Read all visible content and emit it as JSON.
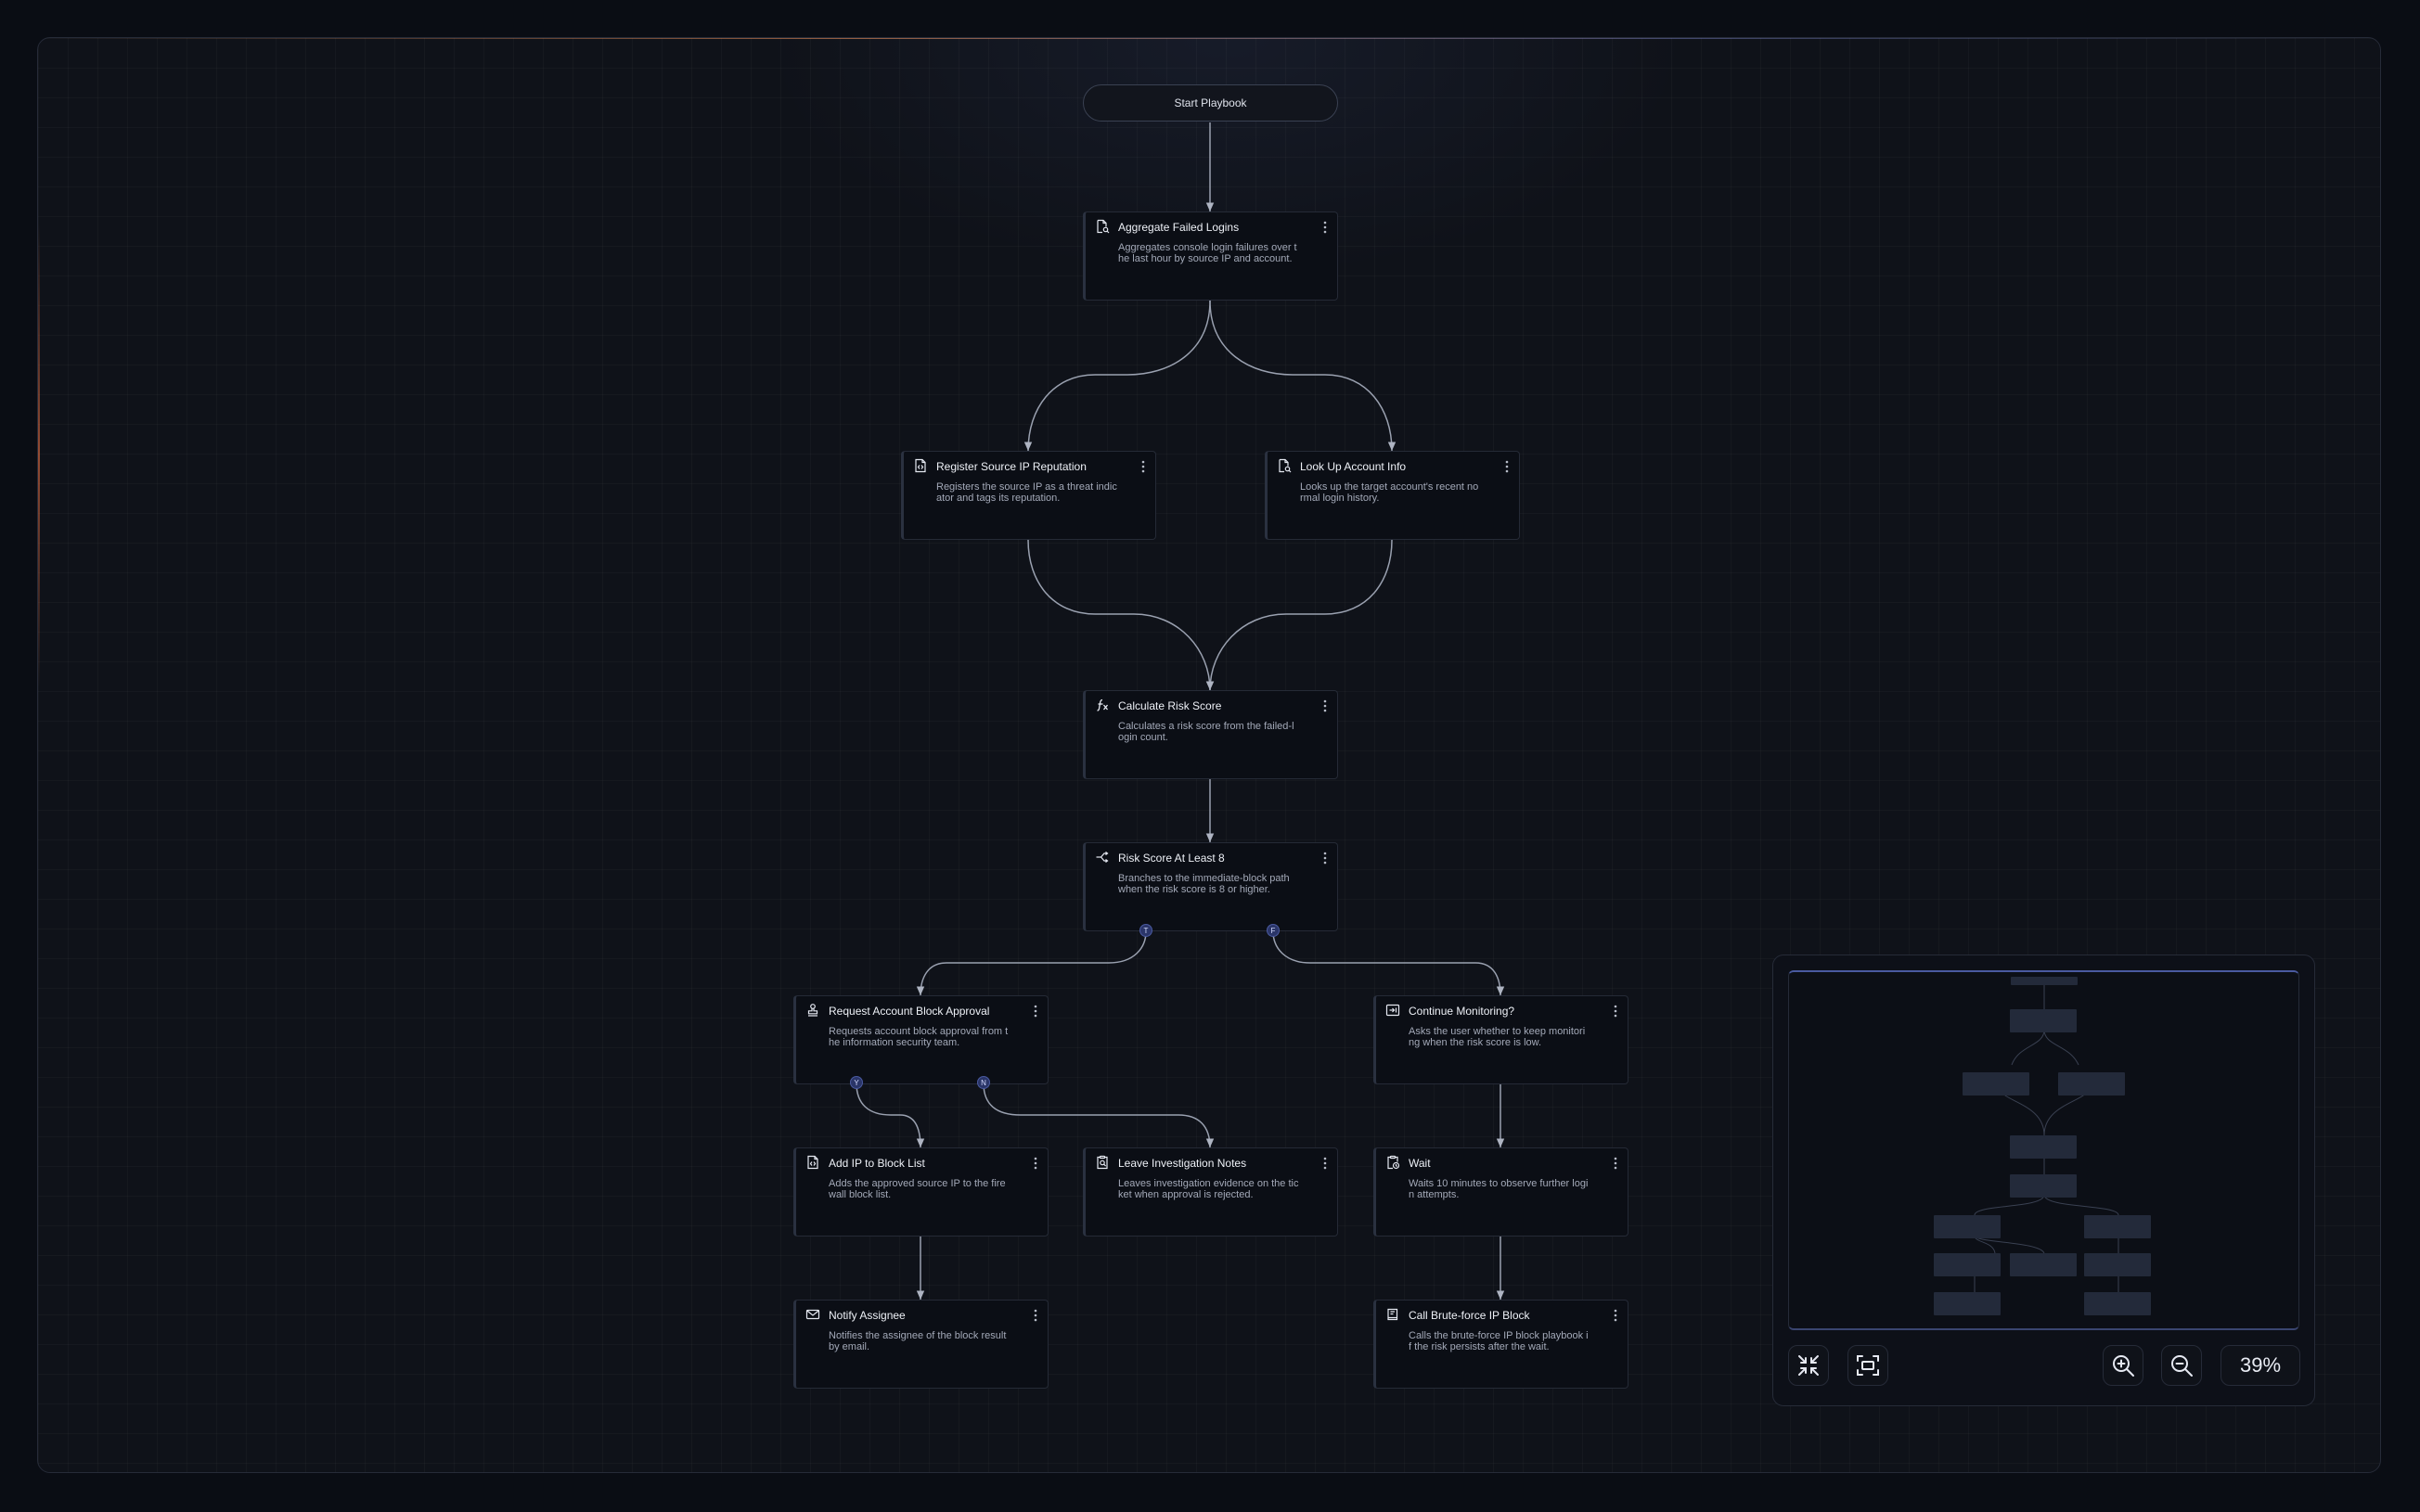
{
  "start": {
    "label": "Start Playbook"
  },
  "nodes": {
    "aggregate": {
      "title": "Aggregate Failed Logins",
      "desc": "Aggregates console login failures over the last hour by source IP and account."
    },
    "register_ip": {
      "title": "Register Source IP Reputation",
      "desc": "Registers the source IP as a threat indicator and tags its reputation."
    },
    "lookup_account": {
      "title": "Look Up Account Info",
      "desc": "Looks up the target account's recent normal login history."
    },
    "risk_score": {
      "title": "Calculate Risk Score",
      "desc": "Calculates a risk score from the failed-login count."
    },
    "risk_check": {
      "title": "Risk Score At Least 8",
      "desc": "Branches to the immediate-block path when the risk score is 8 or higher."
    },
    "approval": {
      "title": "Request Account Block Approval",
      "desc": "Requests account block approval from the information security team."
    },
    "continue_monitoring": {
      "title": "Continue Monitoring?",
      "desc": "Asks the user whether to keep monitoring when the risk score is low."
    },
    "add_ip": {
      "title": "Add IP to Block List",
      "desc": "Adds the approved source IP to the firewall block list."
    },
    "notes": {
      "title": "Leave Investigation Notes",
      "desc": "Leaves investigation evidence on the ticket when approval is rejected."
    },
    "wait": {
      "title": "Wait",
      "desc": "Waits 10 minutes to observe further login attempts."
    },
    "notify": {
      "title": "Notify Assignee",
      "desc": "Notifies the assignee of the block result by email."
    },
    "bruteforce": {
      "title": "Call Brute-force IP Block",
      "desc": "Calls the brute-force IP block playbook if the risk persists after the wait."
    }
  },
  "ports": {
    "true": "T",
    "false": "F",
    "yes": "Y",
    "no": "N"
  },
  "icons": {
    "aggregate": "document-search-icon",
    "register_ip": "code-file-icon",
    "lookup_account": "document-search-icon",
    "risk_score": "function-icon",
    "risk_check": "branch-icon",
    "approval": "approval-stamp-icon",
    "continue_monitoring": "prompt-icon",
    "add_ip": "code-file-icon",
    "notes": "clipboard-search-icon",
    "wait": "clipboard-clock-icon",
    "notify": "mail-icon",
    "bruteforce": "playbook-icon",
    "controls": [
      "collapse-icon",
      "fit-screen-icon",
      "zoom-in-icon",
      "zoom-out-icon"
    ]
  },
  "colors": {
    "background": "#0a0d14",
    "node": "#0b0e15",
    "edge": "#aeb4c2",
    "port": "#2a3568"
  },
  "zoom": {
    "value": "39%"
  }
}
